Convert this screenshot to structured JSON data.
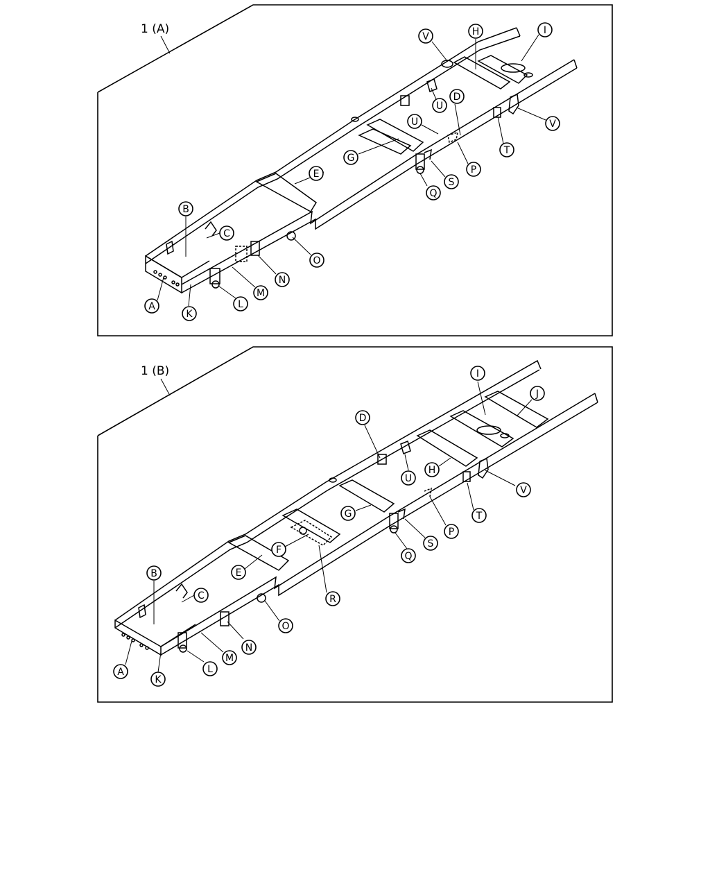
{
  "panels": [
    {
      "label": "1 (A)",
      "callouts": {
        "A": "A",
        "B": "B",
        "C": "C",
        "D": "D",
        "E": "E",
        "G": "G",
        "H": "H",
        "I": "I",
        "K": "K",
        "L": "L",
        "M": "M",
        "N": "N",
        "O": "O",
        "P": "P",
        "Q": "Q",
        "S": "S",
        "T": "T",
        "U1": "U",
        "U2": "U",
        "V1": "V",
        "V2": "V"
      }
    },
    {
      "label": "1 (B)",
      "callouts": {
        "A": "A",
        "B": "B",
        "C": "C",
        "D": "D",
        "E": "E",
        "F": "F",
        "G": "G",
        "H": "H",
        "I": "I",
        "J": "J",
        "K": "K",
        "L": "L",
        "M": "M",
        "N": "N",
        "O": "O",
        "P": "P",
        "Q": "Q",
        "R": "R",
        "S": "S",
        "T": "T",
        "U": "U",
        "V": "V"
      }
    }
  ]
}
